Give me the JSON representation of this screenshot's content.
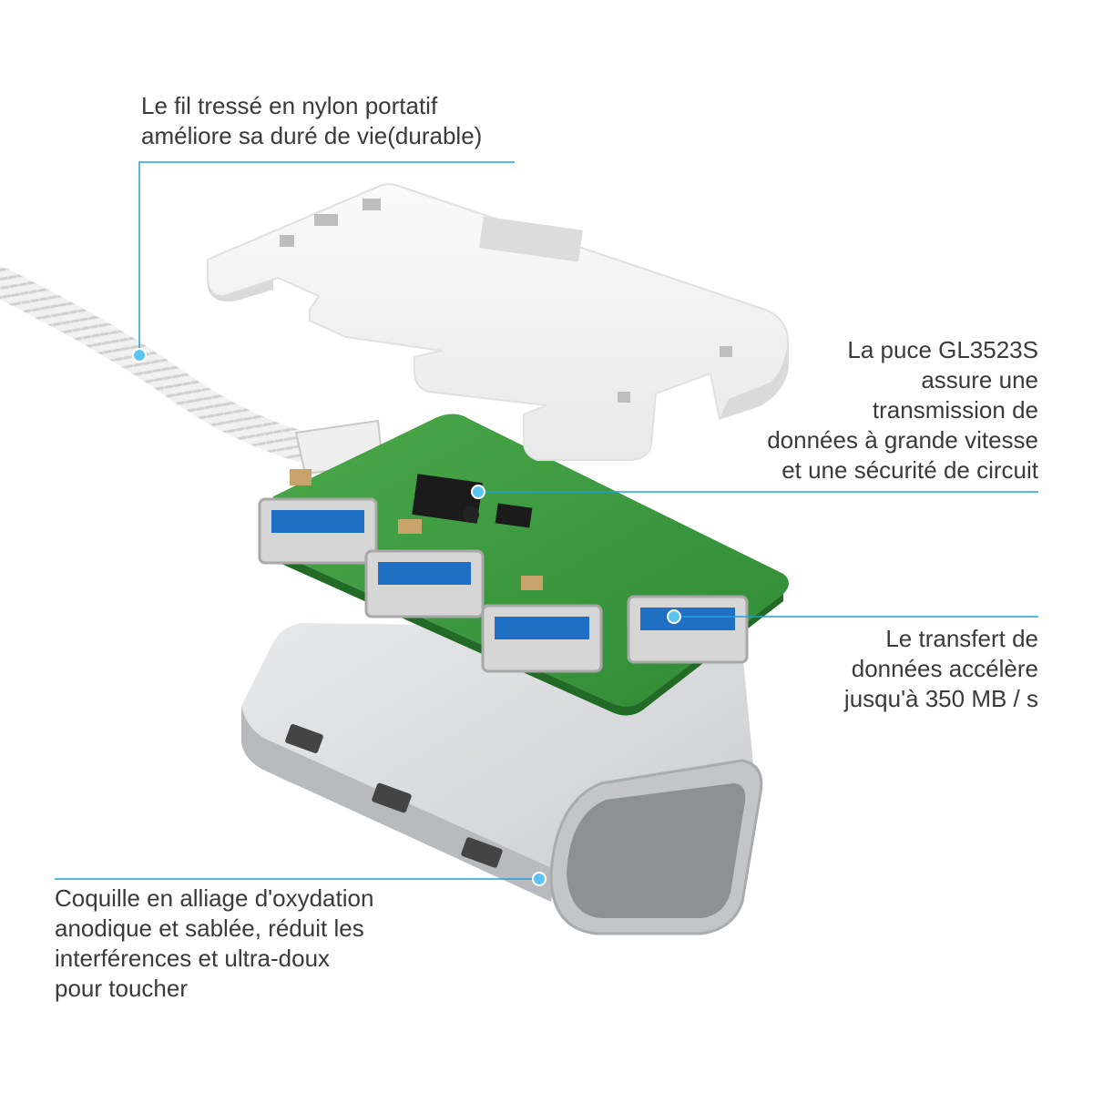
{
  "annotations": {
    "cable": {
      "lines": [
        "Le fil tressé en nylon portatif",
        "améliore sa duré de vie(durable)"
      ]
    },
    "chip": {
      "lines": [
        "La puce GL3523S",
        "assure une",
        "transmission de",
        "données à grande vitesse",
        "et une sécurité de circuit"
      ]
    },
    "transfer": {
      "lines": [
        "Le transfert de",
        "données accélère",
        "jusqu'à 350 MB / s"
      ]
    },
    "shell": {
      "lines": [
        "Coquille en alliage d'oxydation",
        "anodique et sablée, réduit les",
        "interférences et ultra-doux",
        "pour toucher"
      ]
    }
  },
  "colors": {
    "callout": "#1ea0dc",
    "pcb": "#3f9a3f",
    "top_cover": "#f4f4f4",
    "shell": "#d9dadc",
    "text": "#3a3a3a",
    "usb_blue": "#1f6fc4"
  }
}
